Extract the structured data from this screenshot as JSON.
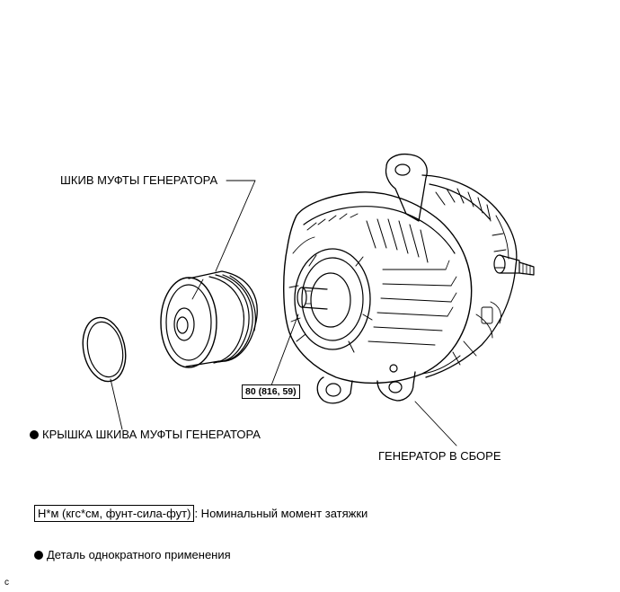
{
  "labels": {
    "pulley": "ШКИВ МУФТЫ ГЕНЕРАТОРА",
    "cap": "КРЫШКА ШКИВА МУФТЫ ГЕНЕРАТОРА",
    "alternator": "ГЕНЕРАТОР В СБОРЕ",
    "torque": "80 (816, 59)"
  },
  "legend": {
    "torque_units": "Н*м (кгс*см, фунт-сила-фут)",
    "torque_desc": ": Номинальный момент затяжки",
    "non_reusable": "Деталь однократного применения"
  },
  "corner_mark": "c",
  "icons": {
    "non_reusable_mark": "filled-circle-icon"
  }
}
